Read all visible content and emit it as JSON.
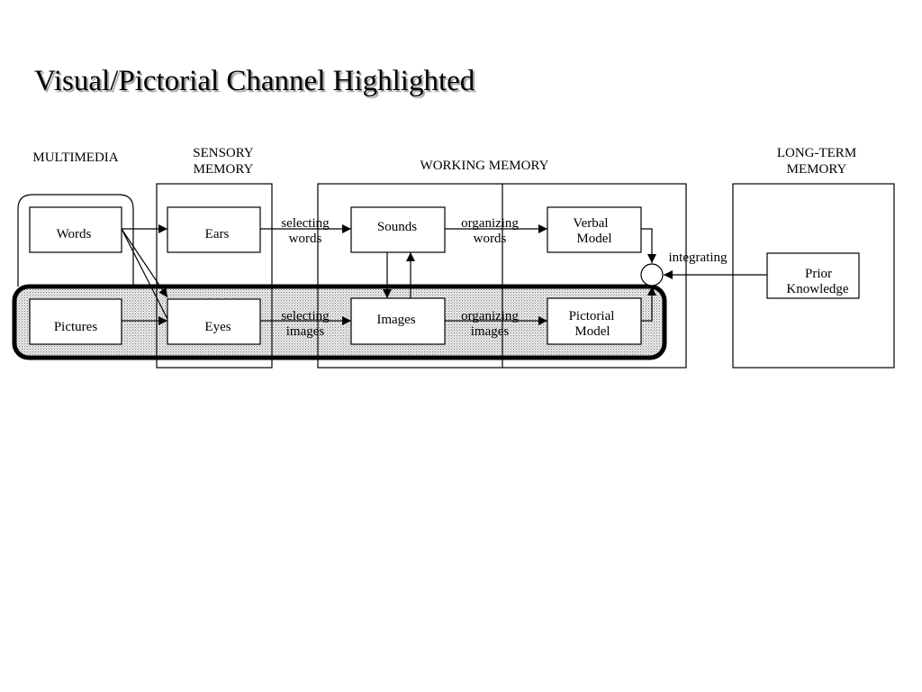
{
  "title": "Visual/Pictorial Channel Highlighted",
  "headers": {
    "multimedia": "MULTIMEDIA",
    "sensory_line1": "SENSORY",
    "sensory_line2": "MEMORY",
    "working": "WORKING MEMORY",
    "longterm_line1": "LONG-TERM",
    "longterm_line2": "MEMORY"
  },
  "nodes": {
    "words": "Words",
    "pictures": "Pictures",
    "ears": "Ears",
    "eyes": "Eyes",
    "sounds": "Sounds",
    "images": "Images",
    "verbal_line1": "Verbal",
    "verbal_line2": "Model",
    "pictorial_line1": "Pictorial",
    "pictorial_line2": "Model",
    "prior_line1": "Prior",
    "prior_line2": "Knowledge"
  },
  "edge_labels": {
    "selecting_words_1": "selecting",
    "selecting_words_2": "words",
    "selecting_images_1": "selecting",
    "selecting_images_2": "images",
    "organizing_words_1": "organizing",
    "organizing_words_2": "words",
    "organizing_images_1": "organizing",
    "organizing_images_2": "images",
    "integrating": "integrating"
  },
  "highlight": "visual-pictorial channel"
}
